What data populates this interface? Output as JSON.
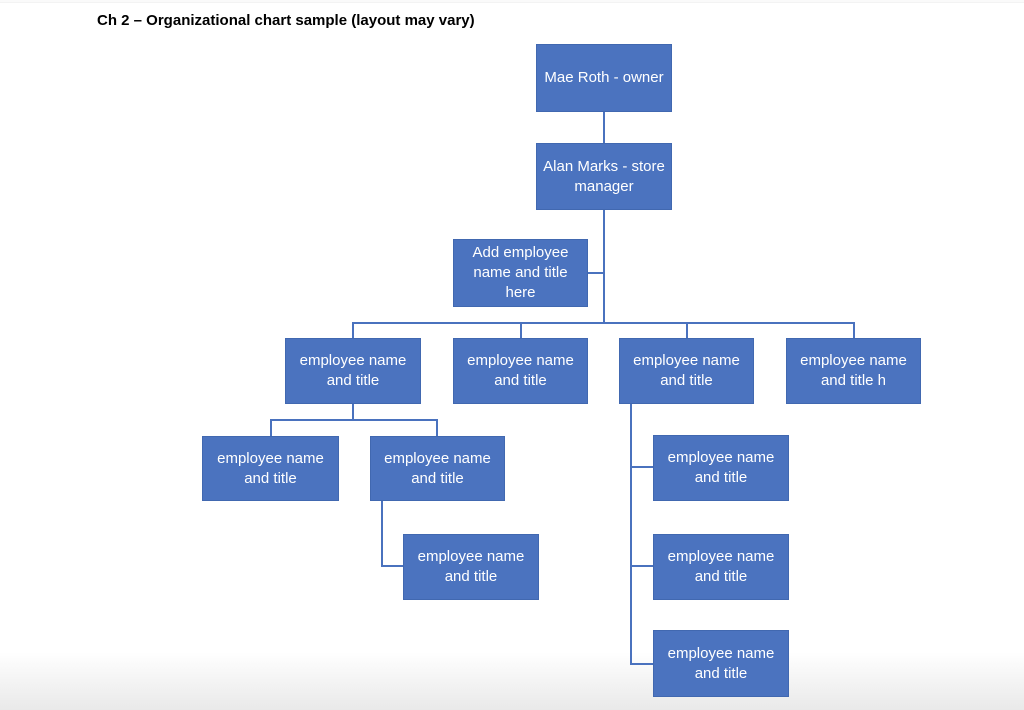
{
  "title": "Ch 2 – Organizational chart sample (layout may vary)",
  "colors": {
    "node_fill": "#4b73bf",
    "node_border": "#4168b0",
    "connector": "#4a72be",
    "node_text": "#ffffff",
    "title_text": "#000000",
    "page_background": "#ffffff",
    "bottom_fade": "#e9e9e9"
  },
  "org_chart": {
    "nodes": {
      "owner": {
        "label": "Mae Roth - owner"
      },
      "store_manager": {
        "label": "Alan Marks - store\nmanager"
      },
      "add_placeholder": {
        "label": "Add employee\nname and title\nhere"
      },
      "employee_1": {
        "label": "employee name\nand title"
      },
      "employee_2": {
        "label": "employee name\nand title"
      },
      "employee_3": {
        "label": "employee name\nand title"
      },
      "employee_4": {
        "label": "employee name\nand title h"
      },
      "employee_1_1": {
        "label": "employee name\nand title"
      },
      "employee_1_2": {
        "label": "employee name\nand title"
      },
      "employee_1_2_1": {
        "label": "employee name\nand title"
      },
      "employee_3_1": {
        "label": "employee name\nand title"
      },
      "employee_3_2": {
        "label": "employee name\nand title"
      },
      "employee_3_3": {
        "label": "employee name\nand title"
      }
    }
  }
}
